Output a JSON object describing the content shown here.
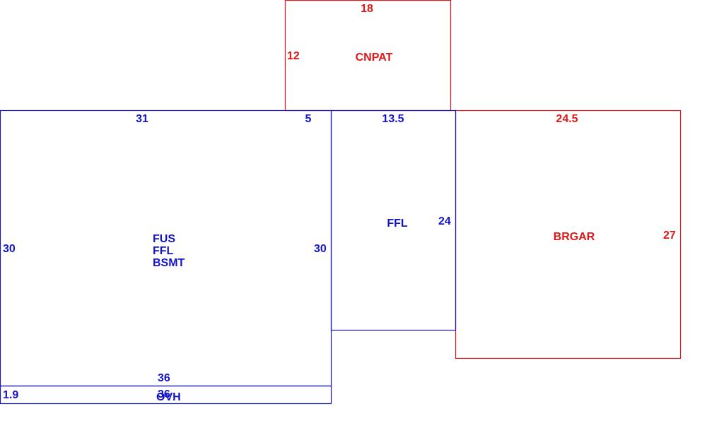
{
  "colors": {
    "living": "#1515c8",
    "auxiliary": "#e01818",
    "background": "#ffffff"
  },
  "areas": {
    "main": {
      "label_lines": [
        "FUS",
        "FFL",
        "BSMT"
      ],
      "dims": {
        "top_left": "31",
        "top_right": "5",
        "left": "30",
        "right": "30",
        "bottom": "36"
      }
    },
    "ovh": {
      "label": "OVH",
      "dims": {
        "left": "1.9",
        "bottom": "36"
      }
    },
    "ffl_addition": {
      "label": "FFL",
      "dims": {
        "top": "13.5",
        "right": "24"
      }
    },
    "canopy": {
      "label": "CNPAT",
      "dims": {
        "top": "18",
        "left": "12"
      }
    },
    "garage": {
      "label": "BRGAR",
      "dims": {
        "top": "24.5",
        "right": "27"
      }
    }
  }
}
